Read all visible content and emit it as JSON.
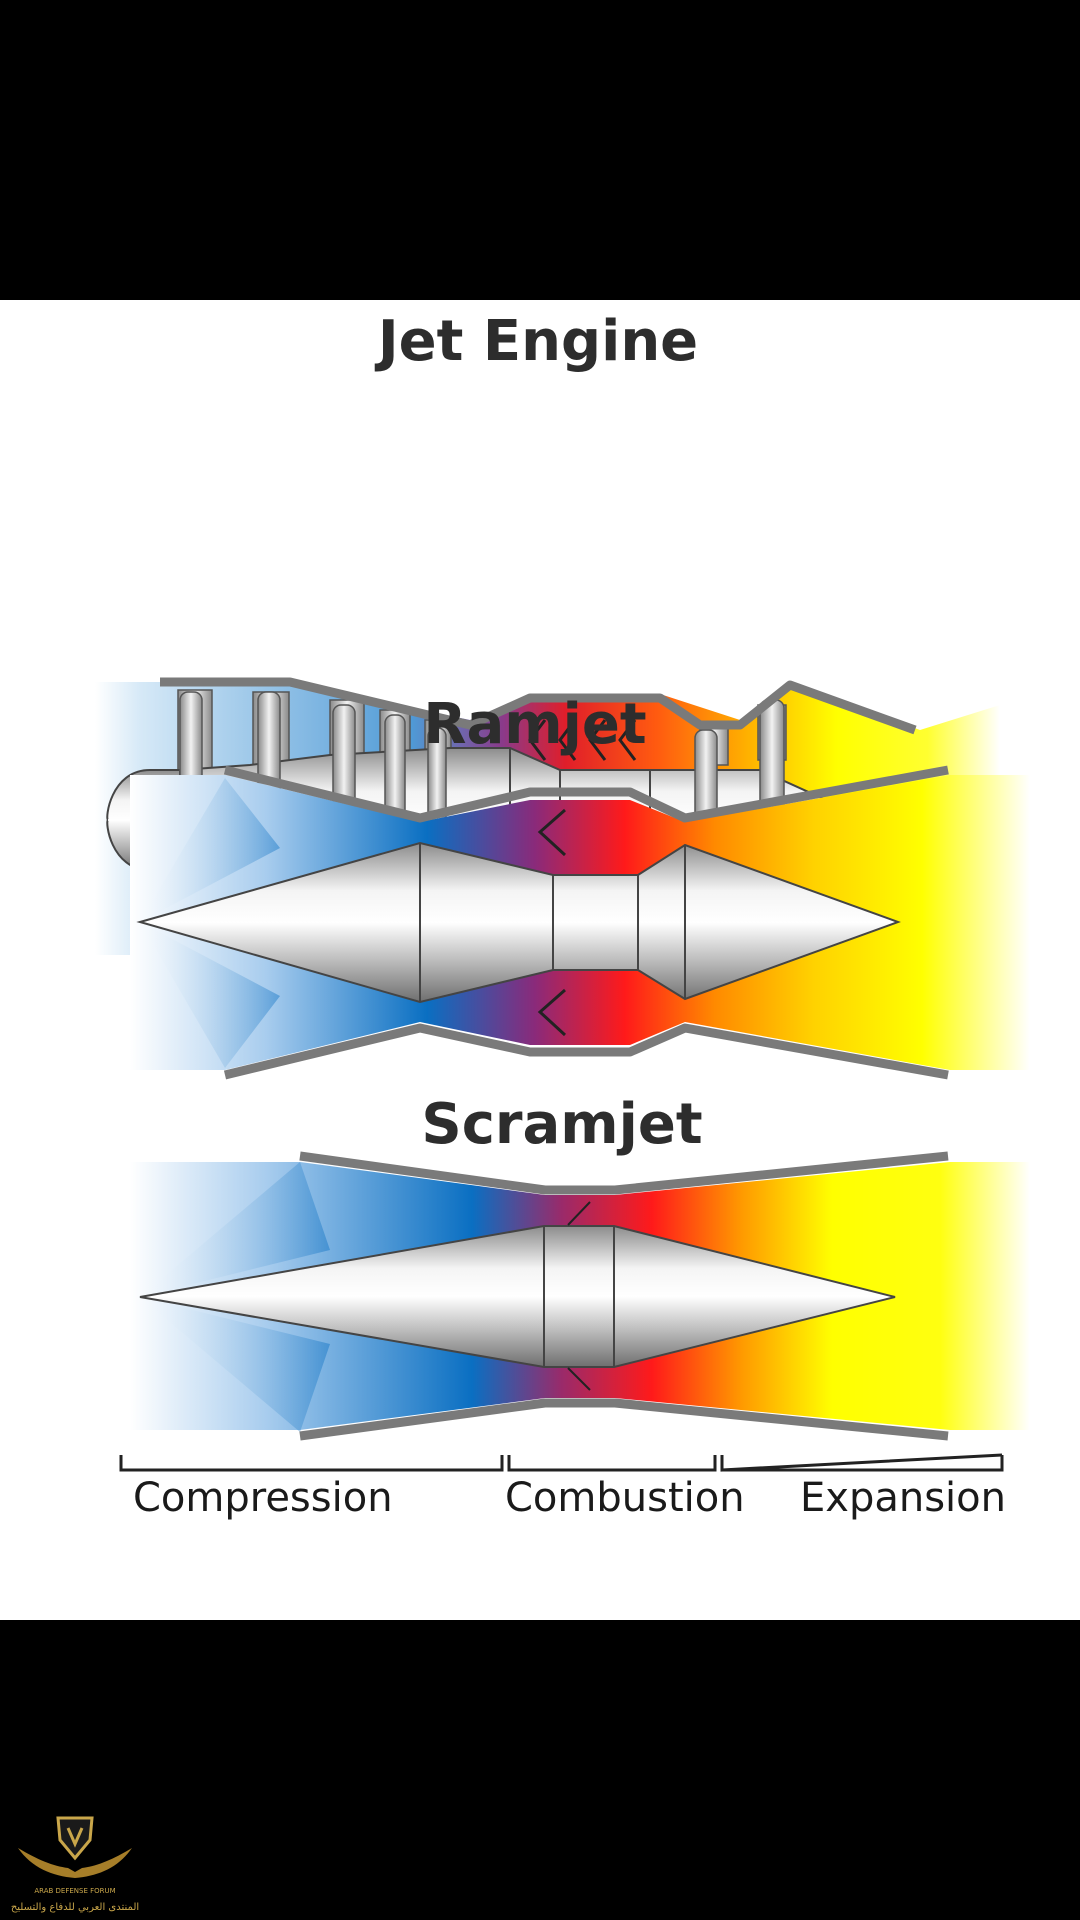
{
  "engines": [
    {
      "id": "jet",
      "title": "Jet Engine"
    },
    {
      "id": "ramjet",
      "title": "Ramjet"
    },
    {
      "id": "scramjet",
      "title": "Scramjet"
    }
  ],
  "phases": [
    {
      "id": "compression",
      "label": "Compression"
    },
    {
      "id": "combustion",
      "label": "Combustion"
    },
    {
      "id": "expansion",
      "label": "Expansion"
    }
  ],
  "watermark": {
    "line1": "ARAB DEFENSE FORUM",
    "line2": "المنتدى العربي للدفاع والتسليح"
  },
  "colors": {
    "cold": "#0a6fc2",
    "combustion": "#ff1a1a",
    "hot": "#ffff00",
    "casing": "#7a7a7a"
  }
}
